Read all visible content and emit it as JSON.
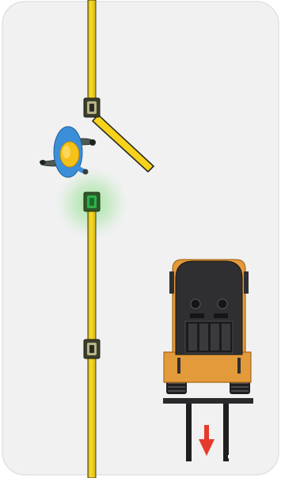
{
  "scene": {
    "background_color": "#f1f1f2",
    "card_border_color": "#e2e2e4",
    "barrier_color": "#f6d21a",
    "barrier_edge_color": "#3a3a2a",
    "sensor_body_color": "#3b3f2a",
    "sensor_active_color": "#2fb04a",
    "sensor_glow_color": "#6fe06a",
    "forklift_body_color": "#e39a3a",
    "forklift_cab_color": "#2f2f31",
    "forklift_fork_color": "#1f1f21",
    "person_shirt_color": "#3b8fd8",
    "person_helmet_color": "#f6c21a",
    "person_pants_color": "#4e5a54",
    "direction_arrow_color": "#e53a2a"
  },
  "elements": {
    "sensors": [
      {
        "id": "upper",
        "state": "idle",
        "icon": "sensor-box-icon"
      },
      {
        "id": "middle",
        "state": "active",
        "icon": "sensor-box-icon"
      },
      {
        "id": "lower",
        "state": "idle",
        "icon": "sensor-box-icon"
      }
    ],
    "gate": {
      "state": "open",
      "icon": "swing-gate-arm-icon"
    },
    "forklift": {
      "icon": "forklift-top-view-icon",
      "direction": "down"
    },
    "pedestrian": {
      "icon": "worker-top-view-icon",
      "wearing": "hard-hat"
    }
  }
}
